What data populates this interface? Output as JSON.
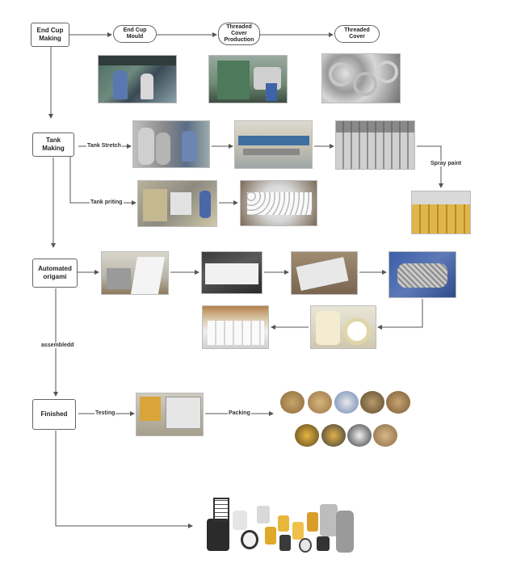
{
  "steps": {
    "end_cup_making": "End Cup\nMaking",
    "end_cup_mould": "End Cup\nMould",
    "threaded_cover_production": "Threaded\nCover\nProduction",
    "threaded_cover": "Threaded\nCover",
    "tank_making": "Tank\nMaking",
    "automated_origami": "Automated\norigami",
    "finished": "Finished"
  },
  "edge_labels": {
    "tank_stretch": "Tank Stretch",
    "tank_printing": "Tank priting",
    "spray_paint": "Spray paint",
    "assemble": "assembledd",
    "testing": "Testing",
    "packing": "Packing"
  },
  "images": {
    "end_cup_workers": "workers-at-press-photo",
    "press_machine": "green-press-machine-photo",
    "threaded_covers_pile": "threaded-covers-pile-photo",
    "tank_workers": "tank-stretch-workers-photo",
    "tank_line": "tank-production-line-photo",
    "tank_stack": "silver-tank-stack-photo",
    "painted_tanks": "yellow-painted-tanks-photo",
    "printing_machine": "printing-machine-photo",
    "printed_tanks": "printed-tanks-rows-photo",
    "origami_machine": "pleating-machine-photo",
    "paper_sheet": "filter-paper-sheet-photo",
    "pleated_paper": "pleated-paper-photo",
    "metal_mesh": "metal-mesh-tubes-photo",
    "filter_elements": "filter-element-rolls-photo",
    "filter_stack": "white-filter-stack-photo",
    "testing_machine": "testing-machine-photo",
    "packing_photos": "packing-photo-circles",
    "final_products": "final-filter-products-photo"
  },
  "colors": {
    "line": "#555555",
    "box_border": "#666666"
  }
}
